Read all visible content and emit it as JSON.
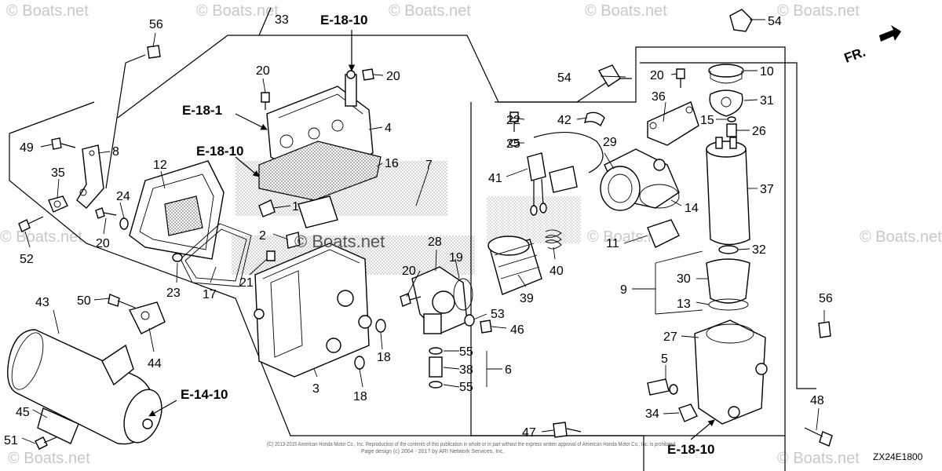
{
  "diagram_code": "ZX24E1800",
  "direction_label": "FR.",
  "watermark": "© Boats.net",
  "watermark_center": "© Boats.net",
  "copyright_line1": "(C) 2013-2015 American Honda Motor Co., Inc. Reproduction of the contents of this publication in whole or in part without the express written approval of American Honda Motor Co., Inc. is prohibited",
  "copyright_line2": "Page design (c) 2004 - 2017 by ARI Network Services, Inc.",
  "references": [
    "E-18-10",
    "E-18-1",
    "E-18-10",
    "E-14-10",
    "E-18-10"
  ],
  "labels": {
    "p1": "1",
    "p2": "2",
    "p3": "3",
    "p4": "4",
    "p5": "5",
    "p6": "6",
    "p7": "7",
    "p8": "8",
    "p9": "9",
    "p10": "10",
    "p11": "11",
    "p12": "12",
    "p13": "13",
    "p14": "14",
    "p15": "15",
    "p16": "16",
    "p17": "17",
    "p18a": "18",
    "p18b": "18",
    "p19": "19",
    "p20a": "20",
    "p20b": "20",
    "p20c": "20",
    "p20d": "20",
    "p20e": "20",
    "p21": "21",
    "p22": "22",
    "p23": "23",
    "p24": "24",
    "p25": "25",
    "p26": "26",
    "p27": "27",
    "p28": "28",
    "p29": "29",
    "p30": "30",
    "p31": "31",
    "p32": "32",
    "p33": "33",
    "p34": "34",
    "p35": "35",
    "p36": "36",
    "p37": "37",
    "p38": "38",
    "p39": "39",
    "p40": "40",
    "p41": "41",
    "p42": "42",
    "p43": "43",
    "p44": "44",
    "p45": "45",
    "p46": "46",
    "p47": "47",
    "p48": "48",
    "p49": "49",
    "p50": "50",
    "p51": "51",
    "p52": "52",
    "p53": "53",
    "p54a": "54",
    "p54b": "54",
    "p55a": "55",
    "p55b": "55",
    "p56a": "56",
    "p56b": "56"
  }
}
